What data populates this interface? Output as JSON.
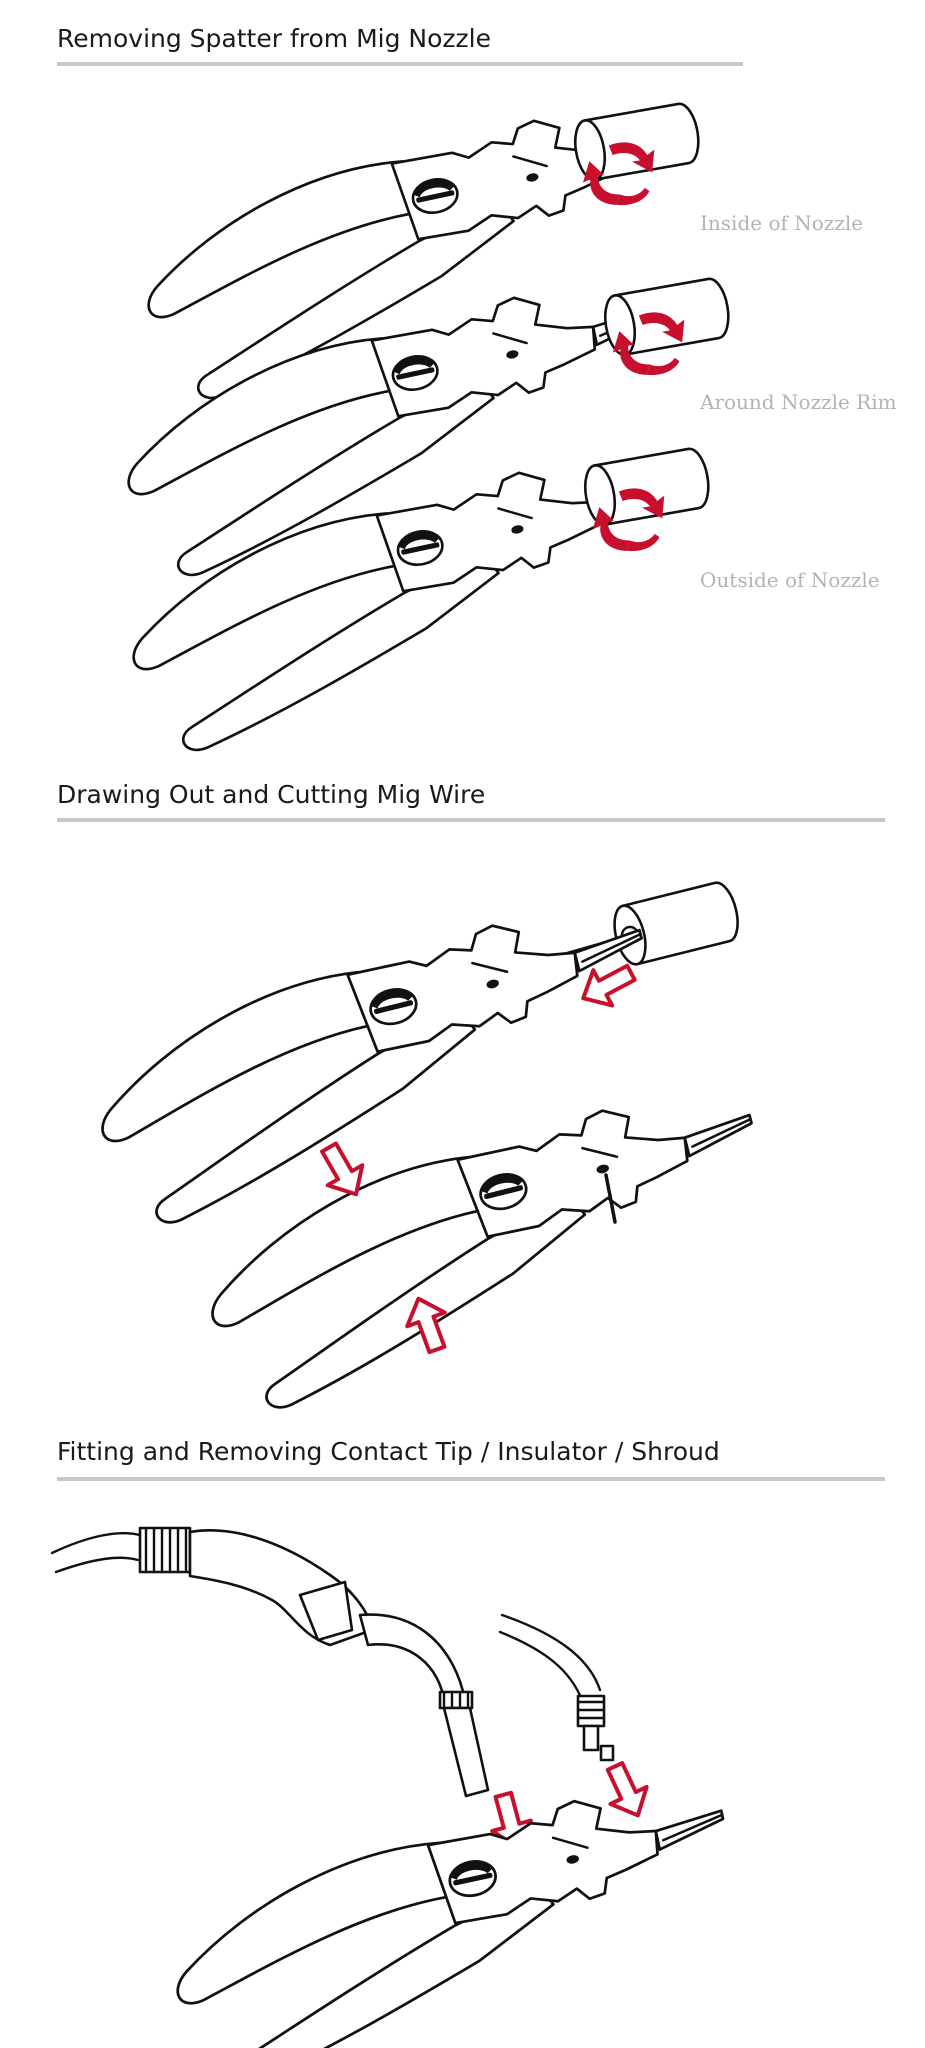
{
  "sections": {
    "spatter": {
      "title": "Removing Spatter from Mig Nozzle",
      "captions": [
        "Inside of Nozzle",
        "Around Nozzle Rim",
        "Outside of Nozzle"
      ]
    },
    "wire": {
      "title": "Drawing Out and Cutting Mig Wire"
    },
    "tip": {
      "title": "Fitting and Removing Contact Tip / Insulator / Shroud"
    }
  },
  "colors": {
    "accent_red": "#c8102e",
    "rule_gray": "#c8c8c8",
    "caption_gray": "#b3b3b3",
    "ink": "#111111"
  },
  "icons": [
    "pliers-icon",
    "nozzle-icon",
    "rotation-arrow-icon",
    "direction-arrow-icon",
    "mig-torch-icon",
    "cable-icon"
  ]
}
